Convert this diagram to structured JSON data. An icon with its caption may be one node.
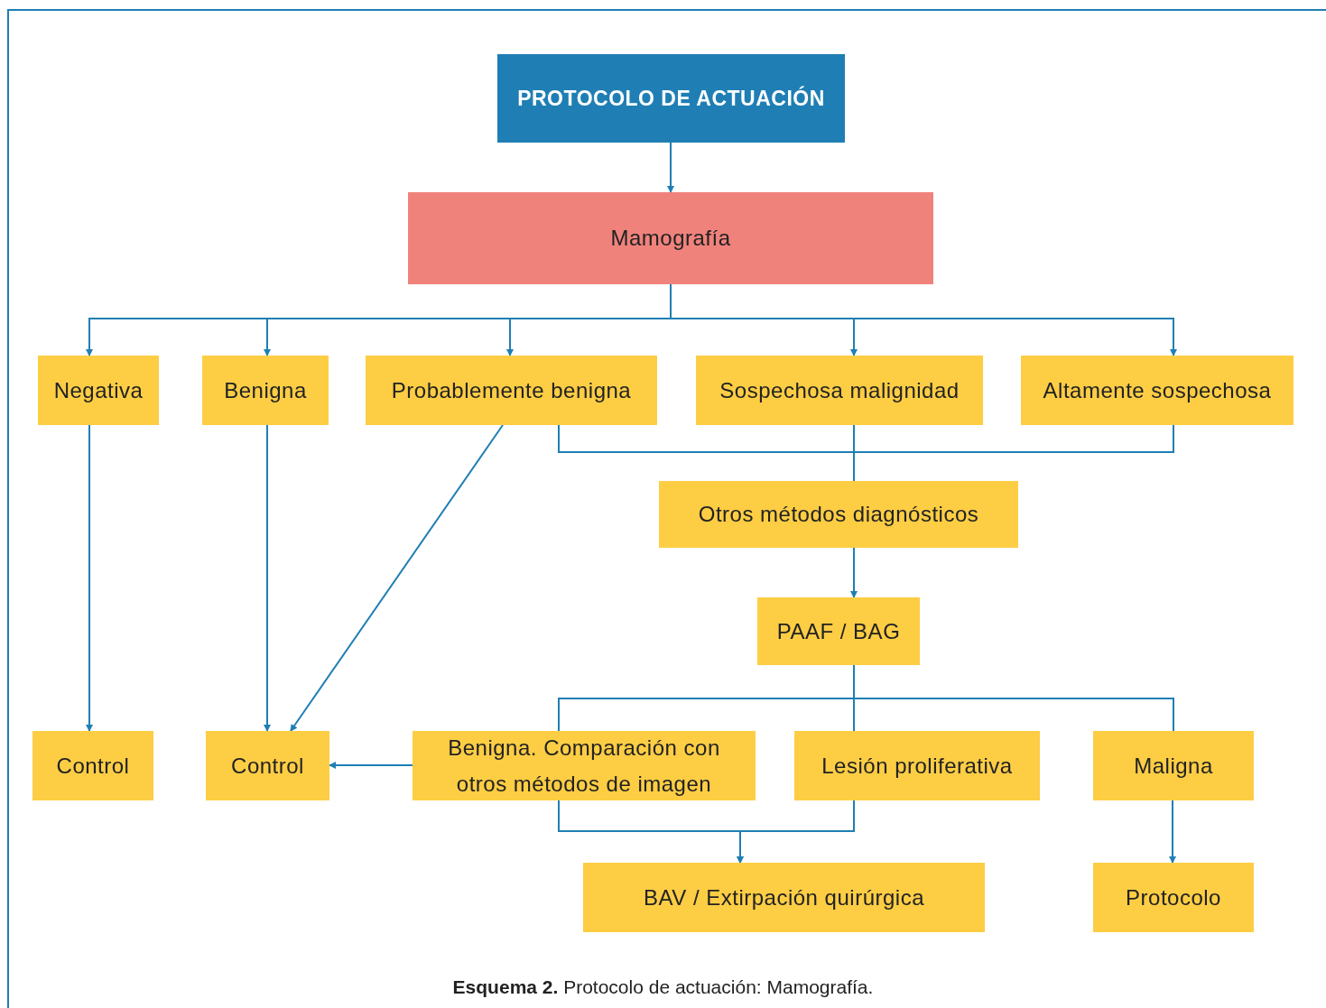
{
  "diagram": {
    "caption": "**Esquema 2.** Protocolo de actuación: Mamografía.",
    "nodes": [
      {
        "text": [
          "PROTOCOLO DE ACTUACIÓN"
        ]
      },
      {
        "text": [
          "Mamografía"
        ]
      },
      {
        "text": [
          "Negativa"
        ]
      },
      {
        "text": [
          "Benigna"
        ]
      },
      {
        "text": [
          "Probablemente benigna"
        ]
      },
      {
        "text": [
          "Sospechosa malignidad"
        ]
      },
      {
        "text": [
          "Altamente sospechosa"
        ]
      },
      {
        "text": [
          "Otros métodos diagnósticos"
        ]
      },
      {
        "text": [
          "PAAF / BAG"
        ]
      },
      {
        "text": [
          "Control"
        ]
      },
      {
        "text": [
          "Control"
        ]
      },
      {
        "text": [
          "Benigna. Comparación con otros métodos de imagen"
        ]
      },
      {
        "text": [
          "Lesión proliferativa"
        ]
      },
      {
        "text": [
          "Maligna"
        ]
      },
      {
        "text": [
          "BAV / Extirpación quirúrgica"
        ]
      },
      {
        "text": [
          "Protocolo"
        ]
      }
    ],
    "edges": [
      {
        "from": 0,
        "to": 1,
        "arrow": "to"
      },
      {
        "from": 1,
        "to": 2,
        "arrow": "to"
      },
      {
        "from": 1,
        "to": 3,
        "arrow": "to"
      },
      {
        "from": 1,
        "to": 4,
        "arrow": "to"
      },
      {
        "from": 1,
        "to": 5,
        "arrow": "to"
      },
      {
        "from": 1,
        "to": 6,
        "arrow": "to"
      },
      {
        "from": 4,
        "to": 7,
        "arrow": "none"
      },
      {
        "from": 5,
        "to": 7,
        "arrow": "none"
      },
      {
        "from": 6,
        "to": 7,
        "arrow": "none"
      },
      {
        "from": 7,
        "to": 8,
        "arrow": "to"
      },
      {
        "from": 8,
        "to": 11,
        "arrow": "none"
      },
      {
        "from": 8,
        "to": 12,
        "arrow": "none"
      },
      {
        "from": 8,
        "to": 13,
        "arrow": "none"
      },
      {
        "from": 2,
        "to": 9,
        "arrow": "to"
      },
      {
        "from": 3,
        "to": 10,
        "arrow": "to"
      },
      {
        "from": 4,
        "to": 10,
        "arrow": "to"
      },
      {
        "from": 11,
        "to": 10,
        "arrow": "to"
      },
      {
        "from": 11,
        "to": 14,
        "arrow": "to"
      },
      {
        "from": 12,
        "to": 14,
        "arrow": "to"
      },
      {
        "from": 13,
        "to": 15,
        "arrow": "to"
      }
    ]
  }
}
